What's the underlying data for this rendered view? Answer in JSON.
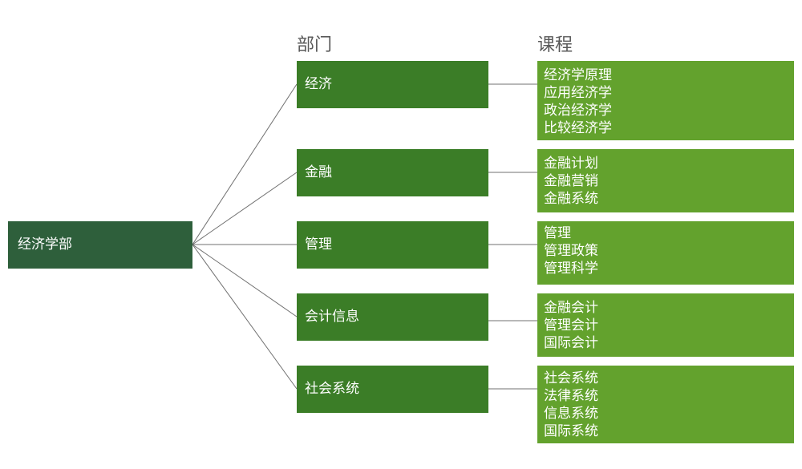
{
  "headers": {
    "dept": "部门",
    "course": "课程"
  },
  "root": "经济学部",
  "departments": [
    {
      "name": "经济",
      "courses": [
        "经济学原理",
        "应用经济学",
        "政治经济学",
        "比较经济学"
      ]
    },
    {
      "name": "金融",
      "courses": [
        "金融计划",
        "金融营销",
        "金融系统"
      ]
    },
    {
      "name": "管理",
      "courses": [
        "管理",
        "管理政策",
        "管理科学"
      ]
    },
    {
      "name": "会计信息",
      "courses": [
        "金融会计",
        "管理会计",
        "国际会计"
      ]
    },
    {
      "name": "社会系统",
      "courses": [
        "社会系统",
        "法律系统",
        "信息系统",
        "国际系统"
      ]
    }
  ],
  "colors": {
    "root": "#2e5f3b",
    "dept": "#3b7d27",
    "course": "#63a22d",
    "line": "#707070"
  }
}
